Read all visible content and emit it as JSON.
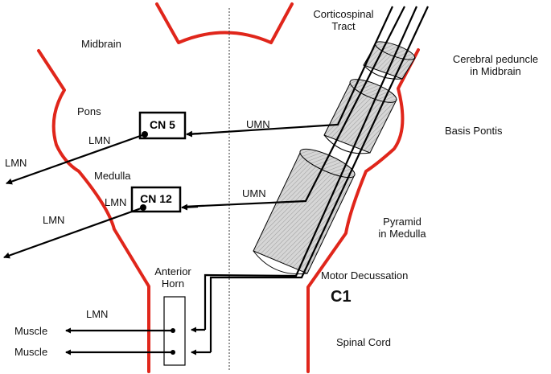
{
  "labels": {
    "midbrain": "Midbrain",
    "pons": "Pons",
    "medulla": "Medulla",
    "corticospinal_tract": "Corticospinal\nTract",
    "cerebral_peduncle": "Cerebral peduncle\nin Midbrain",
    "basis_pontis": "Basis Pontis",
    "pyramid": "Pyramid\nin Medulla",
    "motor_decussation": "Motor Decussation",
    "c1": "C1",
    "spinal_cord": "Spinal Cord",
    "anterior_horn": "Anterior\nHorn",
    "lmn_pons_left": "LMN",
    "lmn_far_left_top": "LMN",
    "lmn_medulla": "LMN",
    "lmn_far_left_mid": "LMN",
    "lmn_spinal": "LMN",
    "umn_top": "UMN",
    "umn_bottom": "UMN",
    "muscle_1": "Muscle",
    "muscle_2": "Muscle"
  },
  "boxes": {
    "cn5": "CN 5",
    "cn12": "CN 12"
  },
  "colors": {
    "outline": "#e0261b",
    "tract": "#000000",
    "cylinder_fill": "#d2d2d2"
  }
}
